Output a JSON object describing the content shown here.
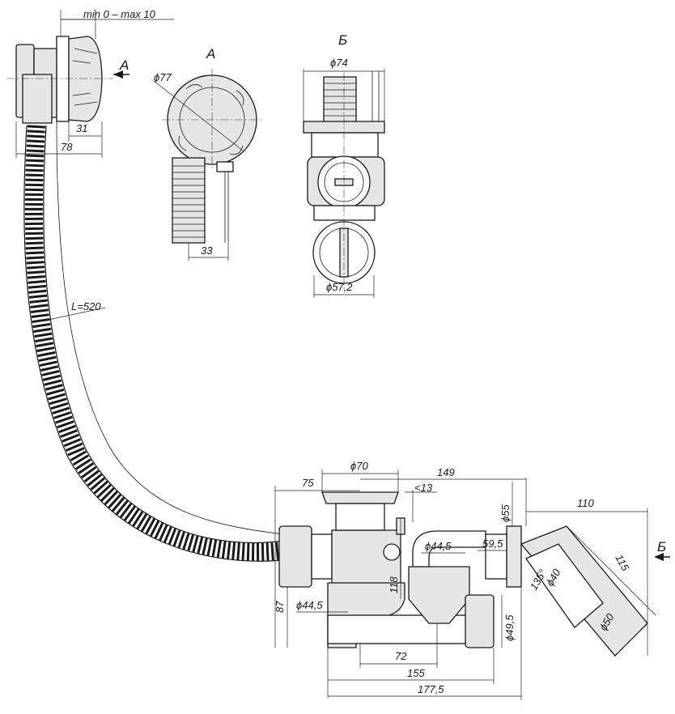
{
  "views": {
    "view_a_title": "А",
    "view_b_title": "Б",
    "arrow_a": "А",
    "arrow_b": "Б"
  },
  "dimensions": {
    "overflow_travel": "min 0 – max 10",
    "overflow_depth": "31",
    "overflow_width": "78",
    "hose_length": "L=520",
    "a_cap_diameter": "ϕ77",
    "a_width": "33",
    "b_top_diameter": "ϕ74",
    "b_bottom_diameter": "ϕ57,2",
    "plug_diameter": "ϕ70",
    "offset_75": "75",
    "length_149": "149",
    "offset_13": "<13",
    "outlet_55": "ϕ55",
    "length_110": "110",
    "pipe_445_top": "ϕ44,5",
    "length_595": "59,5",
    "angle_135": "135°",
    "diam_40": "ϕ40",
    "length_115": "115",
    "height_118": "118",
    "height_87": "87",
    "pipe_445_left": "ϕ44,5",
    "diam_495": "ϕ49,5",
    "diam_50": "ϕ50",
    "length_72": "72",
    "length_155": "155",
    "length_1775": "177,5"
  }
}
